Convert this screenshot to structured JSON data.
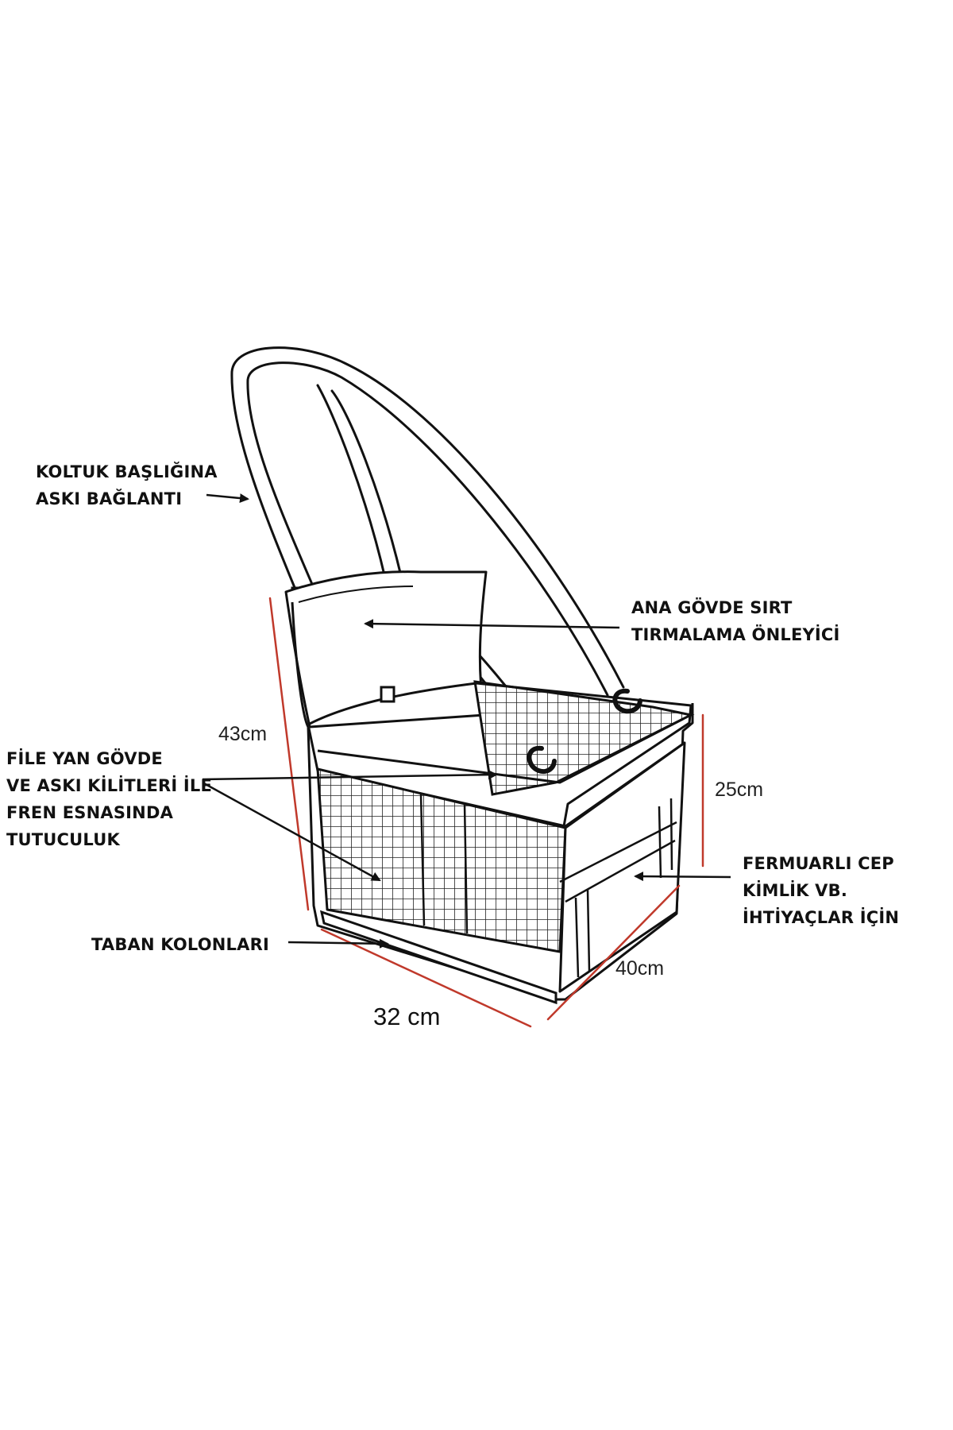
{
  "colors": {
    "outline": "#111111",
    "dimension_line": "#c0392b",
    "background": "#ffffff"
  },
  "callouts": {
    "headrest_strap": [
      "KOLTUK BAŞLIĞINA",
      "ASKI BAĞLANTI"
    ],
    "back_scratch": [
      "ANA GÖVDE SIRT",
      "TIRMALAMA ÖNLEYİCİ"
    ],
    "mesh_side": [
      "FİLE YAN GÖVDE",
      "VE ASKI KİLİTLERİ İLE",
      "FREN ESNASINDA",
      "TUTUCULUK"
    ],
    "zip_pocket": [
      "FERMUARLI CEP",
      "KİMLİK VB.",
      "İHTİYAÇLAR İÇİN"
    ],
    "base_columns": [
      "TABAN KOLONLARI"
    ]
  },
  "dimensions": {
    "height_total": "43cm",
    "height_front": "25cm",
    "depth": "40cm",
    "width": "32 cm"
  }
}
